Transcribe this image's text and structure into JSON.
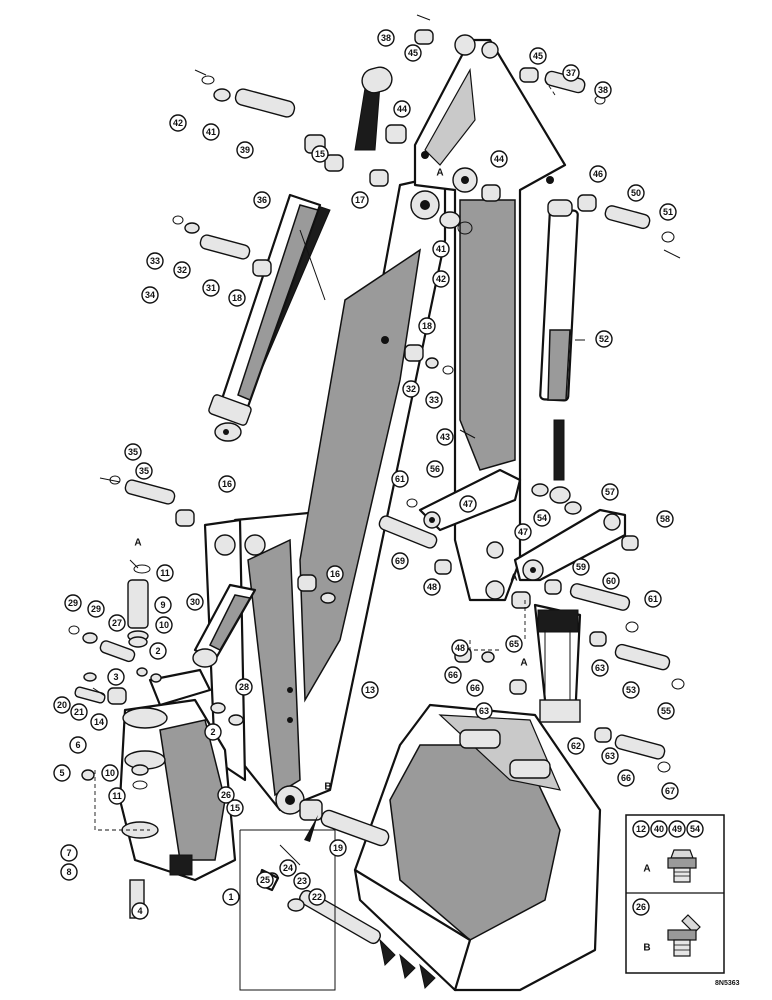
{
  "diagram": {
    "drawing_code": "8N5363",
    "callouts": [
      "1",
      "2",
      "2",
      "3",
      "4",
      "5",
      "6",
      "7",
      "8",
      "9",
      "10",
      "10",
      "11",
      "11",
      "13",
      "14",
      "15",
      "15",
      "16",
      "16",
      "17",
      "18",
      "18",
      "19",
      "20",
      "21",
      "22",
      "23",
      "24",
      "25",
      "26",
      "27",
      "28",
      "29",
      "29",
      "30",
      "31",
      "32",
      "32",
      "33",
      "33",
      "34",
      "35",
      "35",
      "36",
      "37",
      "38",
      "38",
      "39",
      "41",
      "41",
      "42",
      "42",
      "43",
      "44",
      "44",
      "45",
      "45",
      "46",
      "47",
      "47",
      "48",
      "48",
      "50",
      "51",
      "52",
      "53",
      "54",
      "55",
      "56",
      "57",
      "58",
      "59",
      "60",
      "61",
      "61",
      "62",
      "63",
      "63",
      "63",
      "65",
      "66",
      "66",
      "66",
      "67",
      "69"
    ],
    "view_letters": [
      "A",
      "A",
      "A",
      "A",
      "B"
    ],
    "inset": {
      "fitting_a_callouts": [
        "12",
        "40",
        "49",
        "54"
      ],
      "fitting_a_letter": "A",
      "fitting_b_callouts": [
        "26"
      ],
      "fitting_b_letter": "B"
    }
  }
}
